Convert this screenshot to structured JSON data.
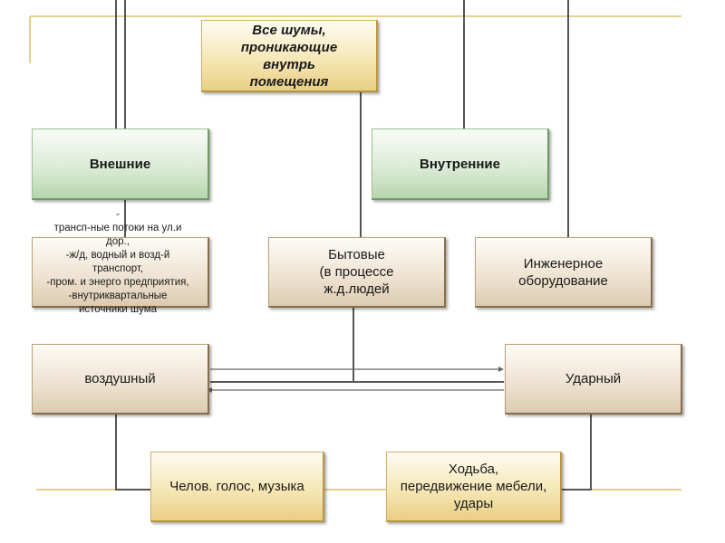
{
  "diagram": {
    "root": {
      "lines": [
        "Все шумы,",
        "проникающие",
        "внутрь",
        "помещения"
      ]
    },
    "external": {
      "label": "Внешние"
    },
    "internal": {
      "label": "Внутренние"
    },
    "external_sources": {
      "lines": [
        "-",
        "трансп-ные потоки на ул.и",
        "дор.,",
        "-ж/д, водный и возд-й",
        "транспорт,",
        "-пром. и энерго предприятия,",
        "-внутриквартальные",
        "источники шума"
      ]
    },
    "household": {
      "lines": [
        "Бытовые",
        "(в процессе",
        "ж.д.людей"
      ]
    },
    "engineering": {
      "lines": [
        "Инженерное",
        "оборудование"
      ]
    },
    "airborne": {
      "label": "воздушный"
    },
    "impact": {
      "label": "Ударный"
    },
    "voice": {
      "label": "Челов. голос, музыка"
    },
    "walking": {
      "lines": [
        "Ходьба,",
        "передвижение мебели,",
        "удары"
      ]
    }
  },
  "colors": {
    "accent_line": "#d9c16a",
    "connector": "#555555"
  }
}
